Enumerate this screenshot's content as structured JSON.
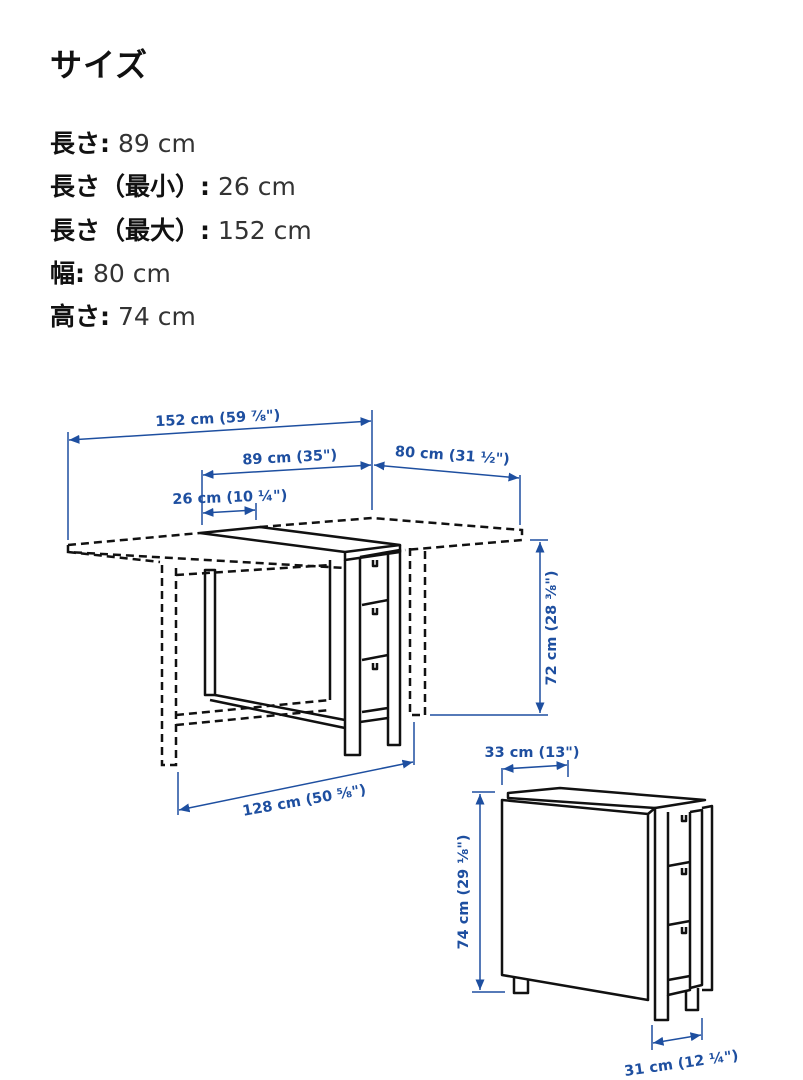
{
  "section_title": "サイズ",
  "specs": [
    {
      "label": "長さ:",
      "value": " 89 cm"
    },
    {
      "label": "長さ（最小）:",
      "value": " 26 cm"
    },
    {
      "label": "長さ（最大）:",
      "value": " 152 cm"
    },
    {
      "label": "幅:",
      "value": " 80 cm"
    },
    {
      "label": "高さ:",
      "value": " 74 cm"
    }
  ],
  "diagram": {
    "dimension_color": "#1e4fa0",
    "open_table": {
      "length_max": "152 cm (59 ⅞\")",
      "length": "89 cm (35\")",
      "width": "80 cm (31 ½\")",
      "length_min": "26 cm (10 ¼\")",
      "height": "72 cm (28 ⅜\")",
      "base_length": "128 cm (50 ⅝\")"
    },
    "folded_table": {
      "depth_top": "33 cm (13\")",
      "height": "74 cm (29 ⅛\")",
      "depth_base": "31 cm (12 ¼\")"
    }
  }
}
